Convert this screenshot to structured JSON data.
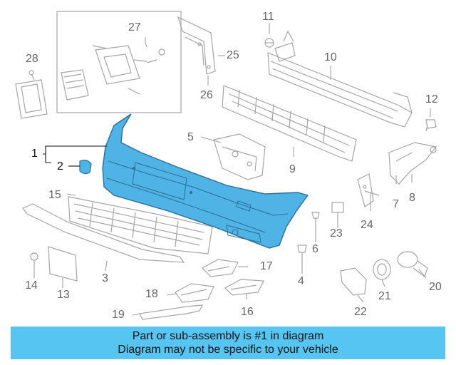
{
  "callouts": {
    "c1": "1",
    "c2": "2",
    "c3": "3",
    "c4": "4",
    "c5": "5",
    "c6": "6",
    "c7": "7",
    "c8": "8",
    "c9": "9",
    "c10": "10",
    "c11": "11",
    "c12": "12",
    "c13": "13",
    "c14": "14",
    "c15": "15",
    "c16": "16",
    "c17": "17",
    "c18": "18",
    "c19": "19",
    "c20": "20",
    "c21": "21",
    "c22": "22",
    "c23": "23",
    "c24": "24",
    "c25": "25",
    "c26": "26",
    "c27": "27",
    "c28": "28"
  },
  "banner": {
    "line1": "Part or sub-assembly is #1 in diagram",
    "line2": "Diagram may not be specific to your vehicle"
  },
  "colors": {
    "highlight": "#56c5f2",
    "part_fill": "#4fb3e6",
    "line_art": "#9a9a9a",
    "callout_text": "#666666"
  }
}
